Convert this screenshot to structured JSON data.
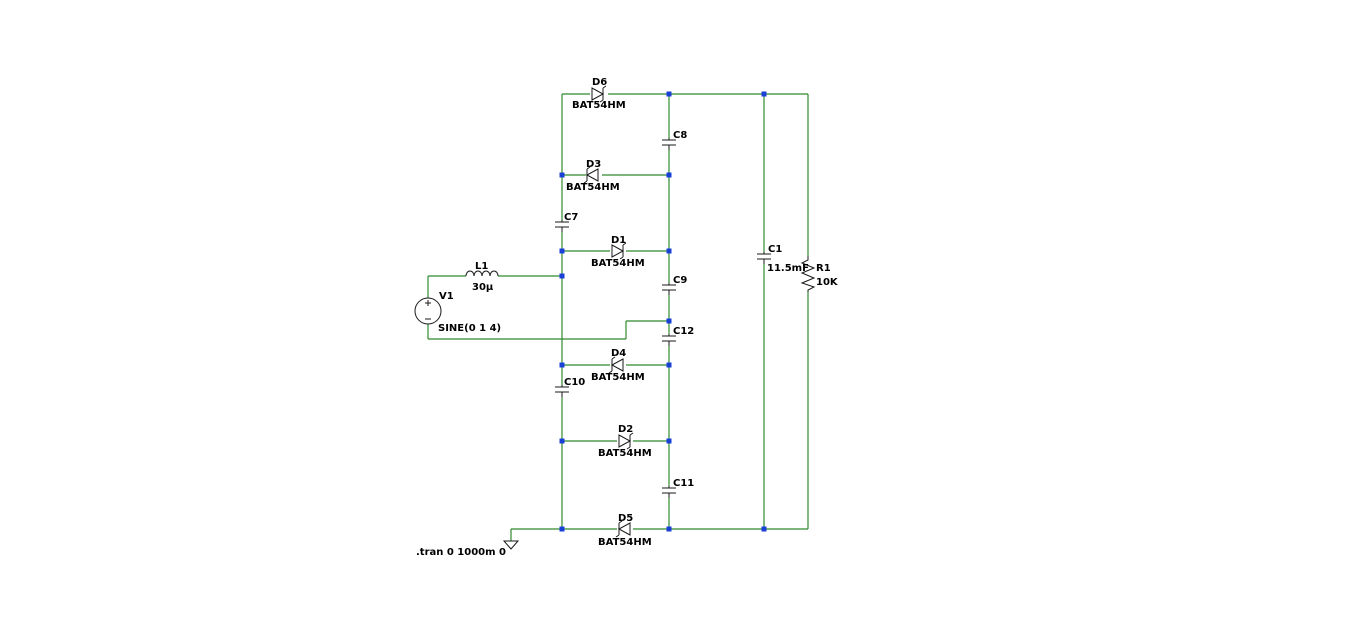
{
  "components": {
    "d6": {
      "ref": "D6",
      "model": "BAT54HM"
    },
    "d3": {
      "ref": "D3",
      "model": "BAT54HM"
    },
    "d1": {
      "ref": "D1",
      "model": "BAT54HM"
    },
    "d4": {
      "ref": "D4",
      "model": "BAT54HM"
    },
    "d2": {
      "ref": "D2",
      "model": "BAT54HM"
    },
    "d5": {
      "ref": "D5",
      "model": "BAT54HM"
    },
    "c7": {
      "ref": "C7"
    },
    "c8": {
      "ref": "C8"
    },
    "c9": {
      "ref": "C9"
    },
    "c10": {
      "ref": "C10"
    },
    "c11": {
      "ref": "C11"
    },
    "c12": {
      "ref": "C12"
    },
    "c1": {
      "ref": "C1",
      "value": "11.5mF"
    },
    "r1": {
      "ref": "R1",
      "value": "10K"
    },
    "l1": {
      "ref": "L1",
      "value": "30µ"
    },
    "v1": {
      "ref": "V1",
      "value": "SINE(0 1 4)"
    }
  },
  "directive": ".tran 0 1000m 0",
  "colors": {
    "wire": "#2e8b2e",
    "junction": "#1a3fd6",
    "component": "#1a1a1a"
  }
}
